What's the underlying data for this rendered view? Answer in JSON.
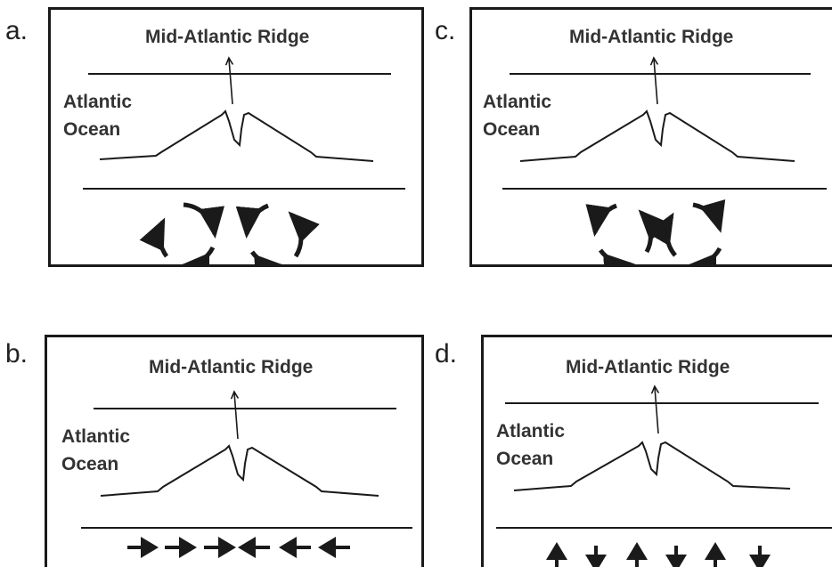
{
  "figure": {
    "panels": [
      {
        "letter": "a.",
        "title": "Mid-Atlantic Ridge",
        "ocean_line1": "Atlantic",
        "ocean_line2": "Ocean",
        "arrow_pattern": "convection-cells-clockwise-then-counterclockwise"
      },
      {
        "letter": "c.",
        "title": "Mid-Atlantic Ridge",
        "ocean_line1": "Atlantic",
        "ocean_line2": "Ocean",
        "arrow_pattern": "convection-cells-counterclockwise-then-clockwise"
      },
      {
        "letter": "b.",
        "title": "Mid-Atlantic Ridge",
        "ocean_line1": "Atlantic",
        "ocean_line2": "Ocean",
        "arrow_pattern": "horizontal-arrows-converging"
      },
      {
        "letter": "d.",
        "title": "Mid-Atlantic Ridge",
        "ocean_line1": "Atlantic",
        "ocean_line2": "Ocean",
        "arrow_pattern": "vertical-arrows-alternating"
      }
    ],
    "colors": {
      "line": "#1a1a1a",
      "text": "#333333"
    }
  }
}
